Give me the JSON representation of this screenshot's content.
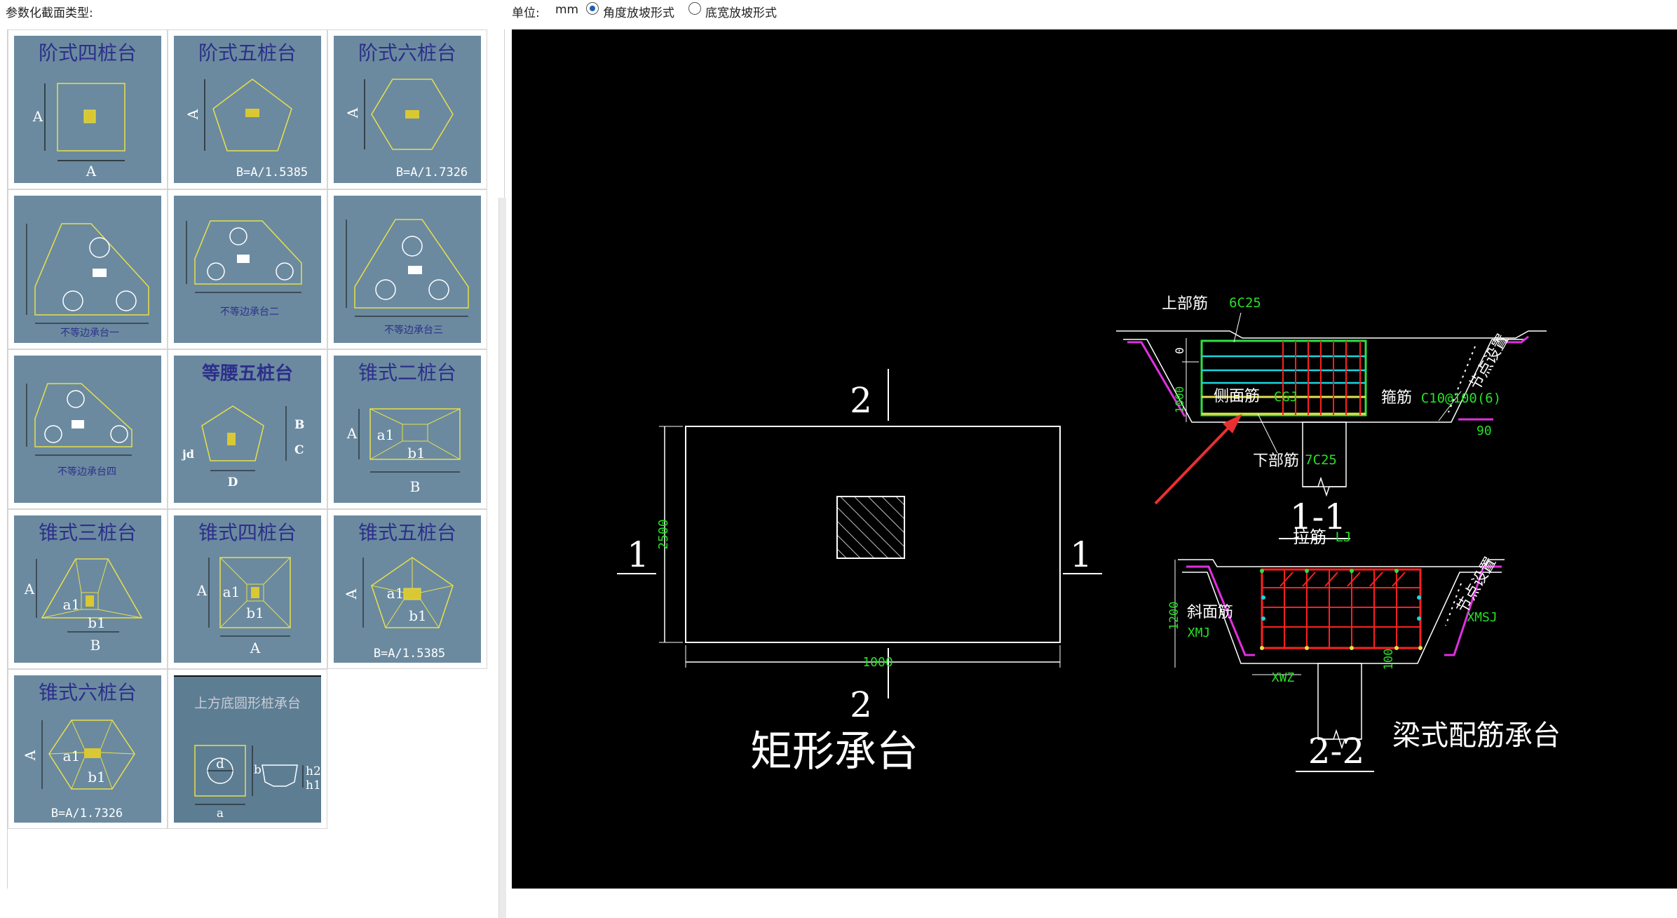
{
  "toolbar": {
    "section_type_label": "参数化截面类型:",
    "unit_label": "单位:",
    "unit_value": "mm",
    "slope_options": [
      {
        "label": "角度放坡形式",
        "selected": true
      },
      {
        "label": "底宽放坡形式",
        "selected": false
      }
    ]
  },
  "gallery": {
    "items": [
      {
        "id": "step4",
        "title": "阶式四桩台",
        "labels": {
          "side": "A",
          "bottom": "A"
        }
      },
      {
        "id": "step5",
        "title": "阶式五桩台",
        "labels": {
          "side": "A",
          "formula": "B=A/1.5385"
        }
      },
      {
        "id": "step6",
        "title": "阶式六桩台",
        "labels": {
          "side": "A",
          "formula": "B=A/1.7326"
        }
      },
      {
        "id": "uneq1",
        "title": "",
        "caption": "不等边承台一"
      },
      {
        "id": "uneq2",
        "title": "",
        "caption": "不等边承台二"
      },
      {
        "id": "uneq3",
        "title": "",
        "caption": "不等边承台三"
      },
      {
        "id": "uneq4",
        "title": "",
        "caption": "不等边承台四"
      },
      {
        "id": "iso5",
        "title": "等腰五桩台",
        "labels": {
          "b": "B",
          "c": "C",
          "d": "D",
          "jd": "jd"
        }
      },
      {
        "id": "cone2",
        "title": "锥式二桩台",
        "labels": {
          "side": "A",
          "a1": "a1",
          "b1": "b1",
          "bottom": "B"
        }
      },
      {
        "id": "cone3",
        "title": "锥式三桩台",
        "labels": {
          "side": "A",
          "a1": "a1",
          "b1": "b1",
          "bottom": "B"
        }
      },
      {
        "id": "cone4",
        "title": "锥式四桩台",
        "labels": {
          "side": "A",
          "a1": "a1",
          "b1": "b1",
          "bottom": "A"
        }
      },
      {
        "id": "cone5",
        "title": "锥式五桩台",
        "labels": {
          "side": "A",
          "a1": "a1",
          "b1": "b1",
          "formula": "B=A/1.5385"
        }
      },
      {
        "id": "cone6",
        "title": "锥式六桩台",
        "labels": {
          "side": "A",
          "a1": "a1",
          "b1": "b1",
          "formula": "B=A/1.7326"
        }
      },
      {
        "id": "round",
        "title": "上方底圆形桩承台",
        "labels": {
          "d": "d",
          "b": "b",
          "a": "a",
          "h2": "h2",
          "h1": "h1"
        }
      }
    ]
  },
  "preview": {
    "plan": {
      "title": "矩形承台",
      "section_mark_top": "2",
      "section_mark_bottom": "2",
      "section_mark_left": "1",
      "section_mark_right": "1",
      "dim_height": "2500",
      "dim_width": "1000"
    },
    "section11": {
      "title": "1-1",
      "top_rebar_label": "上部筋",
      "top_rebar_value": "6C25",
      "side_rebar_label": "侧面筋",
      "side_rebar_value": "CGJ",
      "stirrup_label": "箍筋",
      "stirrup_value": "C10@100(6)",
      "bottom_rebar_label": "下部筋",
      "bottom_rebar_value": "7C25",
      "node_label": "节点设置",
      "dim_zero": "0",
      "dim_left": "1000",
      "angle": "90"
    },
    "section22": {
      "title": "2-2",
      "tie_label": "拉筋",
      "tie_value": "LJ",
      "slope_face_label": "斜面筋",
      "slope_face_value": "XMJ",
      "xmsj_value": "XMSJ",
      "xwz_value": "XWZ",
      "node_label": "节点设置",
      "dim_left": "1200",
      "dim_bottom": "100"
    },
    "caption_beam": "梁式配筋承台"
  },
  "colors": {
    "thumb_bg": "#6b8aa0",
    "thumb_line": "#e8e04a",
    "title_text": "#2c2f8a",
    "rebar_green": "#2fe040",
    "rebar_cyan": "#19d6e0",
    "rebar_red": "#ff2020",
    "hatch_magenta": "#e030e0",
    "dim_green": "#27e027"
  }
}
